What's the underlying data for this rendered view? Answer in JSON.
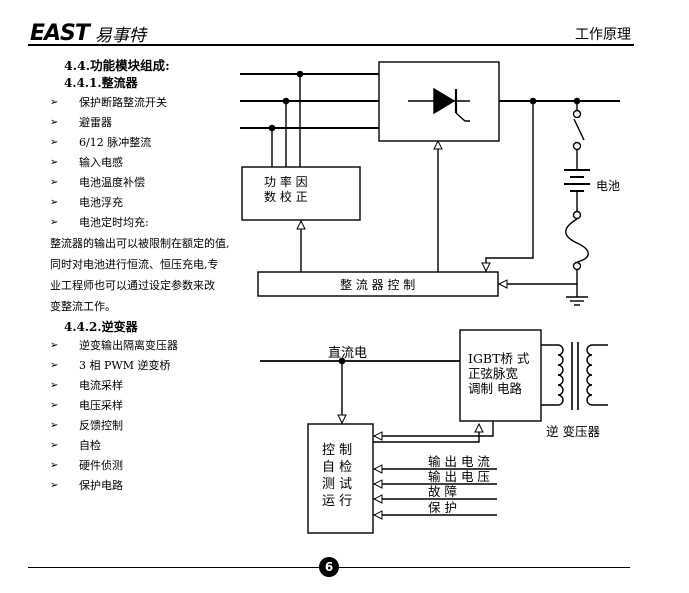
{
  "header": {
    "logo_text": "EAST",
    "logo_cn": "易事特",
    "title": "工作原理"
  },
  "section": {
    "title": "4.4.功能模块组成:",
    "rectifier": {
      "title": "4.4.1.整流器",
      "items": [
        "保护断路整流开关",
        "避雷器",
        "6/12 脉冲整流",
        "输入电感",
        "电池温度补偿",
        "电池浮充",
        "电池定时均充:"
      ],
      "paragraph": [
        "整流器的输出可以被限制在额定的值,",
        "同时对电池进行恒流、恒压充电,专",
        "业工程师也可以通过设定参数来改",
        "变整流工作。"
      ]
    },
    "inverter": {
      "title": "4.4.2.逆变器",
      "items": [
        "逆变输出隔离变压器",
        "3 相 PWM 逆变桥",
        "电流采样",
        "电压采样",
        "反馈控制",
        "自检",
        "硬件侦测",
        "保护电路"
      ]
    }
  },
  "bullet_symbol": "➢",
  "diagram1": {
    "pf_block": [
      "功 率 因",
      "数 校 正"
    ],
    "rect_control": "整 流 器 控 制",
    "battery": "电池"
  },
  "diagram2": {
    "dc_bus": "直流电",
    "igbt": [
      "IGBT桥 式",
      "正弦脉宽",
      "调制 电路"
    ],
    "transformer": "逆 变压器",
    "ctrl": [
      "控 制",
      "自 检",
      "测 试",
      "运 行"
    ],
    "signals": [
      "输 出 电 流",
      "输 出 电 压",
      "故 障",
      "保 护"
    ]
  },
  "footer": {
    "page": "6"
  }
}
